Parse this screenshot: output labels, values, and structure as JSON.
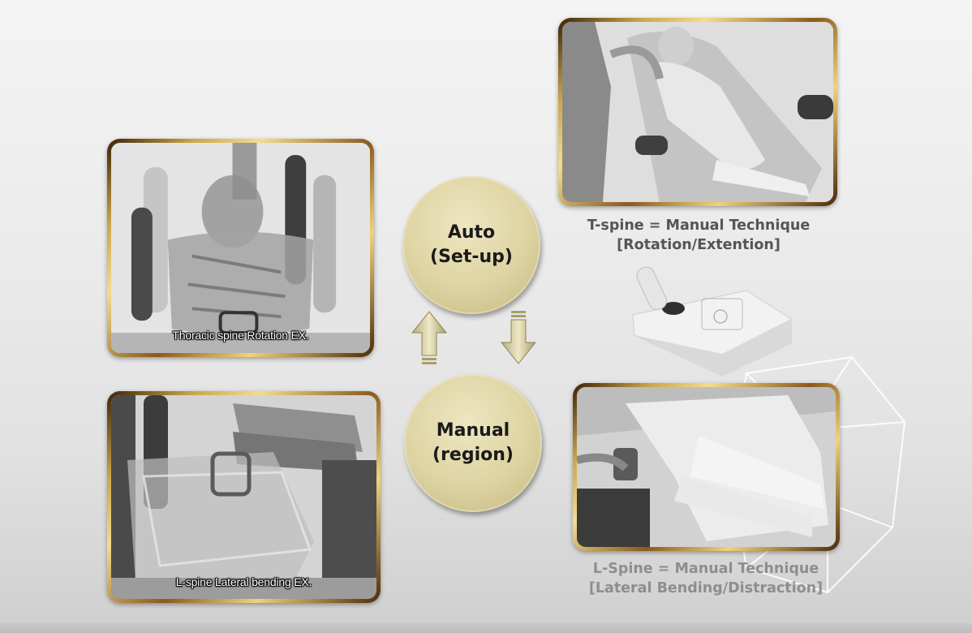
{
  "panels": {
    "thoracic": {
      "caption": "Thoracic spine Rotation EX."
    },
    "lspine_ex": {
      "caption": "L-spine Lateral bending EX."
    }
  },
  "circles": {
    "auto": {
      "line1": "Auto",
      "line2": "(Set-up)"
    },
    "manual": {
      "line1": "Manual",
      "line2": "(region)"
    }
  },
  "labels": {
    "tspine": {
      "line1": "T-spine =  Manual Technique",
      "line2": "[Rotation/Extention]"
    },
    "lspine": {
      "line1": "L-Spine =  Manual Technique",
      "line2": "[Lateral Bending/Distraction]"
    }
  },
  "colors": {
    "circle_fill": "#ddd3a2",
    "frame_gold": "#c9a64a",
    "tspine_text": "#555555",
    "lspine_text": "#8e8e8e"
  },
  "icons": {
    "arrow_up": "up-arrow-icon",
    "arrow_down": "down-arrow-icon",
    "controller": "joystick-controller-icon"
  }
}
